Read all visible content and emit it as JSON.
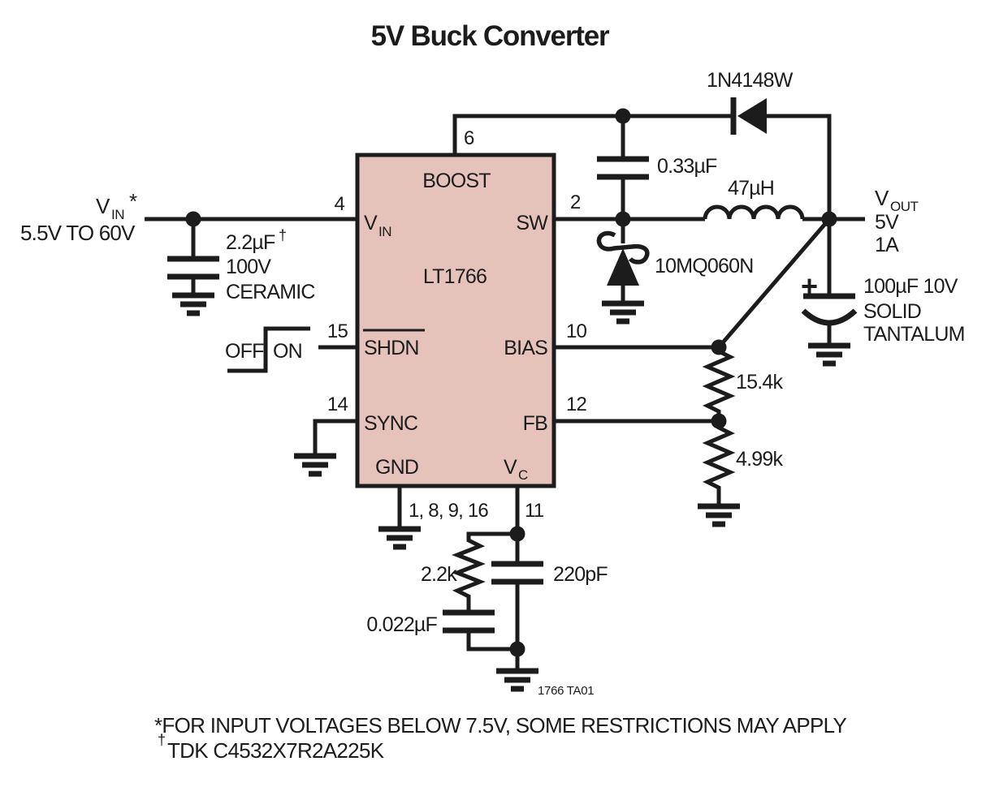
{
  "title": "5V Buck Converter",
  "ic": {
    "name": "LT1766",
    "pin_labels": {
      "boost": "BOOST",
      "vin_main": "V",
      "vin_sub": "IN",
      "sw": "SW",
      "shdn": "SHDN",
      "bias": "BIAS",
      "sync": "SYNC",
      "fb": "FB",
      "gnd": "GND",
      "vc_main": "V",
      "vc_sub": "C"
    },
    "pin_numbers": {
      "boost": "6",
      "vin": "4",
      "sw": "2",
      "shdn": "15",
      "bias": "10",
      "sync": "14",
      "fb": "12",
      "gnd": "1, 8, 9, 16",
      "vc": "11"
    }
  },
  "input": {
    "v_main": "V",
    "v_sub": "IN",
    "v_star": "*",
    "range": "5.5V TO 60V",
    "cap_value": "2.2µF",
    "cap_dagger": "†",
    "cap_rating": "100V",
    "cap_type": "CERAMIC",
    "switch_off": "OFF",
    "switch_on": "ON"
  },
  "output": {
    "v_main": "V",
    "v_sub": "OUT",
    "voltage": "5V",
    "current": "1A",
    "plus": "+",
    "cap_value": "100µF 10V",
    "cap_line2": "SOLID",
    "cap_line3": "TANTALUM"
  },
  "components": {
    "boost_diode": "1N4148W",
    "boost_cap": "0.33µF",
    "inductor": "47µH",
    "catch_diode": "10MQ060N",
    "r_upper": "15.4k",
    "r_lower": "4.99k",
    "comp_resistor": "2.2k",
    "comp_cap": "220pF",
    "comp_cap2": "0.022µF"
  },
  "figure_id": "1766 TA01",
  "footnotes": {
    "line1": "*FOR INPUT VOLTAGES BELOW 7.5V, SOME RESTRICTIONS MAY APPLY",
    "line2_dagger": "†",
    "line2_text": "TDK C4532X7R2A225K"
  },
  "colors": {
    "ink": "#1c1c1c",
    "ic_fill": "#e6c3ba"
  }
}
